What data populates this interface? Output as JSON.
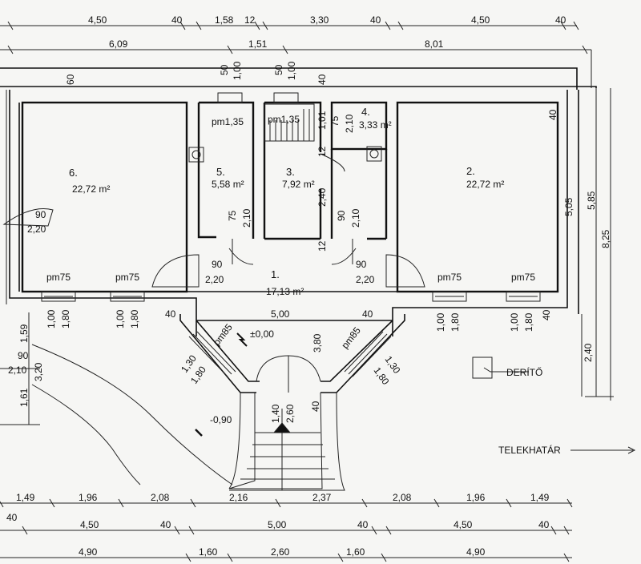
{
  "dims": {
    "top1": [
      "4,50",
      "40",
      "1,58",
      "12",
      "3,30",
      "40",
      "4,50",
      "40"
    ],
    "top2": [
      "6,09",
      "1,51",
      "8,01"
    ],
    "bot1": [
      "1,49",
      "1,96",
      "2,08",
      "2,16",
      "2,37",
      "2,08",
      "1,96",
      "1,49"
    ],
    "bot2": [
      "40",
      "4,50",
      "40",
      "5,00",
      "40",
      "4,50",
      "40"
    ],
    "bot3": [
      "4,90",
      "1,60",
      "2,60",
      "1,60",
      "4,90"
    ],
    "right": [
      "5,85",
      "8,25",
      "2,40",
      "5,05",
      "40",
      "40"
    ],
    "misc": {
      "d60": "60",
      "d50a": "50",
      "d100a": "1,00",
      "d50b": "50",
      "d100b": "1,00",
      "d40t": "40",
      "d101": "1,01",
      "d75a": "75",
      "d210a": "2,10",
      "d12a": "12",
      "d240": "2,40",
      "d12b": "12",
      "d75b": "75",
      "d210b": "2,10",
      "d90a": "90",
      "d210c": "2,10",
      "d90b": "90",
      "d220b": "2,20",
      "d90c": "90",
      "d220c": "2,20",
      "d90l": "90",
      "d220l": "2,20",
      "d40l": "40",
      "d500": "5,00",
      "d40r": "40",
      "d380": "3,80",
      "d100l": "1,00",
      "d180l": "1,80",
      "d100m": "1,00",
      "d180m": "1,80",
      "d100r": "1,00",
      "d180r": "1,80",
      "d100s": "1,00",
      "d180s": "1,80",
      "d130l": "1,30",
      "d180dl": "1,80",
      "d130r": "1,30",
      "d180dr": "1,80",
      "d140": "1,40",
      "d260": "2,60",
      "d40s": "40",
      "d159": "1,59",
      "d90s": "90",
      "d320": "3,20",
      "d210s": "2,10",
      "d161": "1,61"
    }
  },
  "rooms": [
    {
      "num": "6.",
      "area": "22,72 m²"
    },
    {
      "num": "5.",
      "area": "5,58 m²"
    },
    {
      "num": "3.",
      "area": "7,92 m²"
    },
    {
      "num": "4.",
      "area": "3,33 m²"
    },
    {
      "num": "2.",
      "area": "22,72 m²"
    },
    {
      "num": "1.",
      "area": "17,13 m²"
    }
  ],
  "windows": {
    "pm135a": "pm1,35",
    "pm135b": "pm1,35",
    "pm75a": "pm75",
    "pm75b": "pm75",
    "pm75c": "pm75",
    "pm75d": "pm75",
    "pm85a": "pm85",
    "pm85b": "pm85"
  },
  "levels": {
    "ground": "±0,00",
    "outside": "-0,90"
  },
  "labels": {
    "derito": "DERÍTŐ",
    "telekhatar": "TELEKHATÁR"
  }
}
